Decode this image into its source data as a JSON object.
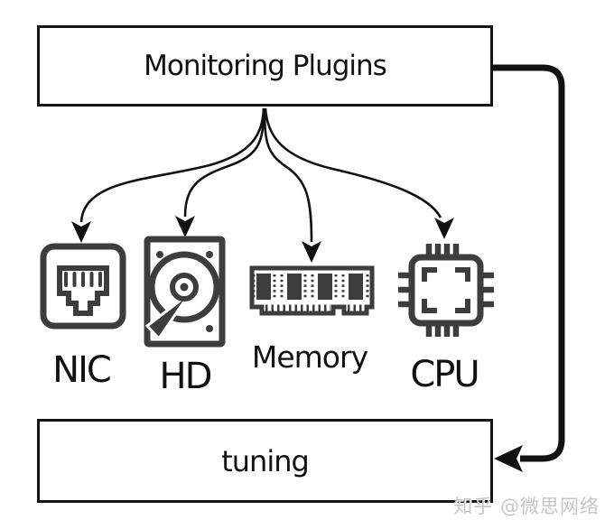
{
  "diagram": {
    "top_box": {
      "label": "Monitoring Plugins"
    },
    "bottom_box": {
      "label": "tuning"
    },
    "components": [
      {
        "id": "nic",
        "label": "NIC",
        "icon": "ethernet-port-icon"
      },
      {
        "id": "hd",
        "label": "HD",
        "icon": "hard-disk-icon"
      },
      {
        "id": "memory",
        "label": "Memory",
        "icon": "ram-stick-icon"
      },
      {
        "id": "cpu",
        "label": "CPU",
        "icon": "cpu-chip-icon"
      }
    ],
    "edges": [
      {
        "from": "Monitoring Plugins",
        "to": "NIC"
      },
      {
        "from": "Monitoring Plugins",
        "to": "HD"
      },
      {
        "from": "Monitoring Plugins",
        "to": "Memory"
      },
      {
        "from": "Monitoring Plugins",
        "to": "CPU"
      },
      {
        "from": "Monitoring Plugins",
        "to": "tuning"
      }
    ],
    "watermark": "知乎 @微思网络",
    "colors": {
      "line": "#111111",
      "box_border": "#141414",
      "icon": "#3d3d3d",
      "watermark": "#c6c6c6",
      "background": "#ffffff"
    }
  }
}
